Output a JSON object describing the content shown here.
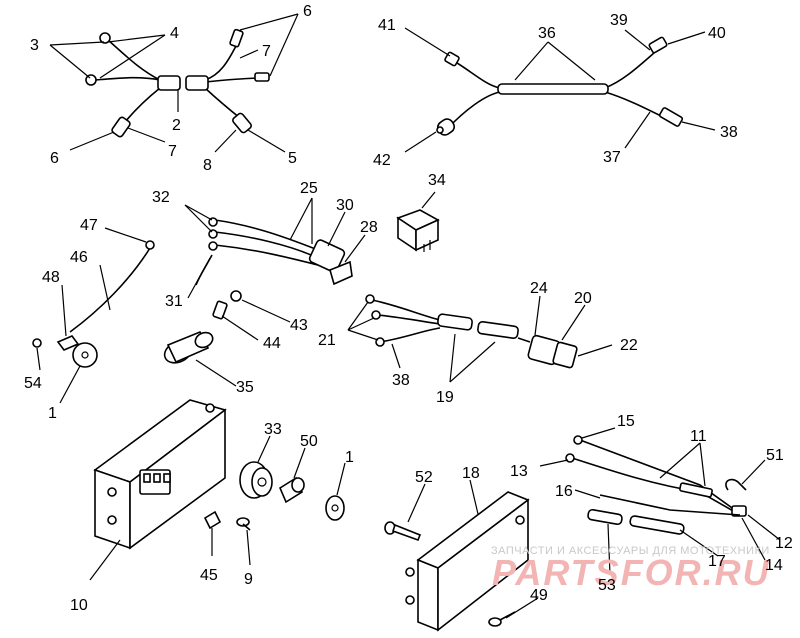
{
  "labels": [
    {
      "id": "l3",
      "text": "3"
    },
    {
      "id": "l4",
      "text": "4"
    },
    {
      "id": "l2",
      "text": "2"
    },
    {
      "id": "l6a",
      "text": "6"
    },
    {
      "id": "l7a",
      "text": "7"
    },
    {
      "id": "l6b",
      "text": "6"
    },
    {
      "id": "l7b",
      "text": "7"
    },
    {
      "id": "l8",
      "text": "8"
    },
    {
      "id": "l5",
      "text": "5"
    },
    {
      "id": "l41",
      "text": "41"
    },
    {
      "id": "l36",
      "text": "36"
    },
    {
      "id": "l39",
      "text": "39"
    },
    {
      "id": "l40",
      "text": "40"
    },
    {
      "id": "l42",
      "text": "42"
    },
    {
      "id": "l37",
      "text": "37"
    },
    {
      "id": "l38a",
      "text": "38"
    },
    {
      "id": "l32",
      "text": "32"
    },
    {
      "id": "l25",
      "text": "25"
    },
    {
      "id": "l30",
      "text": "30"
    },
    {
      "id": "l28",
      "text": "28"
    },
    {
      "id": "l34",
      "text": "34"
    },
    {
      "id": "l47",
      "text": "47"
    },
    {
      "id": "l46",
      "text": "46"
    },
    {
      "id": "l48",
      "text": "48"
    },
    {
      "id": "l31",
      "text": "31"
    },
    {
      "id": "l43",
      "text": "43"
    },
    {
      "id": "l44",
      "text": "44"
    },
    {
      "id": "l35",
      "text": "35"
    },
    {
      "id": "l54",
      "text": "54"
    },
    {
      "id": "l1a",
      "text": "1"
    },
    {
      "id": "l21",
      "text": "21"
    },
    {
      "id": "l24",
      "text": "24"
    },
    {
      "id": "l20",
      "text": "20"
    },
    {
      "id": "l22",
      "text": "22"
    },
    {
      "id": "l38b",
      "text": "38"
    },
    {
      "id": "l19",
      "text": "19"
    },
    {
      "id": "l33",
      "text": "33"
    },
    {
      "id": "l50",
      "text": "50"
    },
    {
      "id": "l1b",
      "text": "1"
    },
    {
      "id": "l52",
      "text": "52"
    },
    {
      "id": "l18",
      "text": "18"
    },
    {
      "id": "l15",
      "text": "15"
    },
    {
      "id": "l11",
      "text": "11"
    },
    {
      "id": "l13",
      "text": "13"
    },
    {
      "id": "l51",
      "text": "51"
    },
    {
      "id": "l16",
      "text": "16"
    },
    {
      "id": "l12",
      "text": "12"
    },
    {
      "id": "l14",
      "text": "14"
    },
    {
      "id": "l17",
      "text": "17"
    },
    {
      "id": "l53",
      "text": "53"
    },
    {
      "id": "l49",
      "text": "49"
    },
    {
      "id": "l10",
      "text": "10"
    },
    {
      "id": "l45",
      "text": "45"
    },
    {
      "id": "l9",
      "text": "9"
    }
  ],
  "watermark": {
    "subtitle": "ЗАПЧАСТИ И АКСЕССУАРЫ ДЛЯ МОТОТЕХНИКИ",
    "brand": "PARTSFOR.RU"
  }
}
